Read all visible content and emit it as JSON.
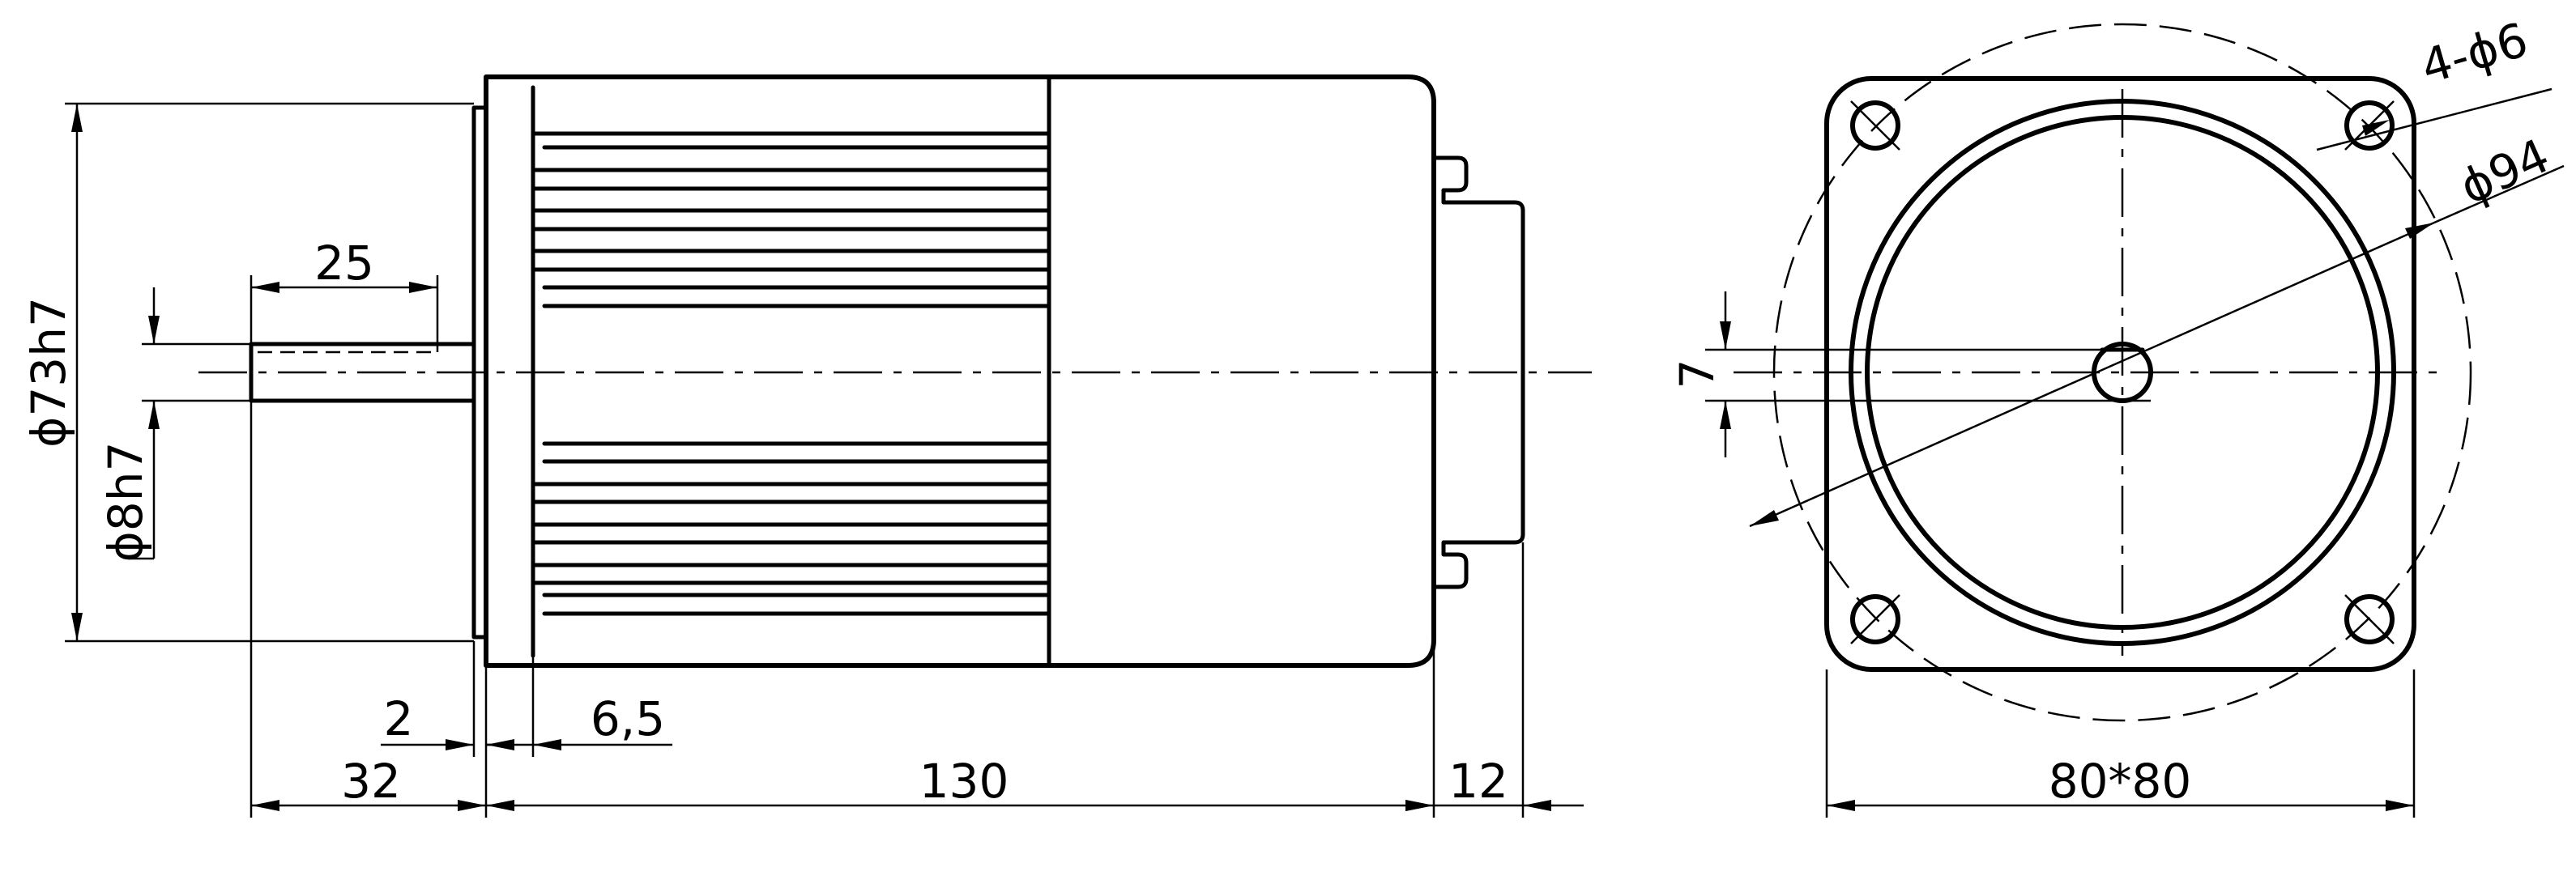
{
  "side_view": {
    "dims": {
      "shaft_length": "25",
      "flange_dia": "ϕ73h7",
      "shaft_dia": "ϕ8h7",
      "pilot": "2",
      "flange_thk": "6,5",
      "shaft_ext": "32",
      "body_length": "130",
      "rear_length": "12"
    }
  },
  "front_view": {
    "dims": {
      "holes": "4-ϕ6",
      "bolt_circle": "ϕ94",
      "flat": "7",
      "square": "80*80"
    }
  }
}
